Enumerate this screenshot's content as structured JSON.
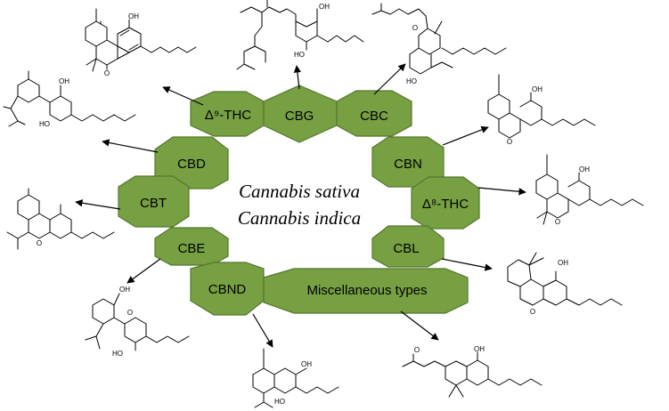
{
  "center": {
    "line1": "Cannabis sativa",
    "line2": "Cannabis indica"
  },
  "hexagons": {
    "d9thc": "Δ⁹-THC",
    "cbg": "CBG",
    "cbc": "CBC",
    "cbd": "CBD",
    "cbn": "CBN",
    "cbt": "CBT",
    "d8thc": "Δ⁸-THC",
    "cbe": "CBE",
    "cbl": "CBL",
    "cbnd": "CBND",
    "misc": "Miscellaneous types"
  },
  "atoms": {
    "oh": "OH",
    "ho": "HO",
    "o": "O"
  },
  "colors": {
    "hex_fill": "#77a043",
    "hex_stroke": "#55772c"
  }
}
